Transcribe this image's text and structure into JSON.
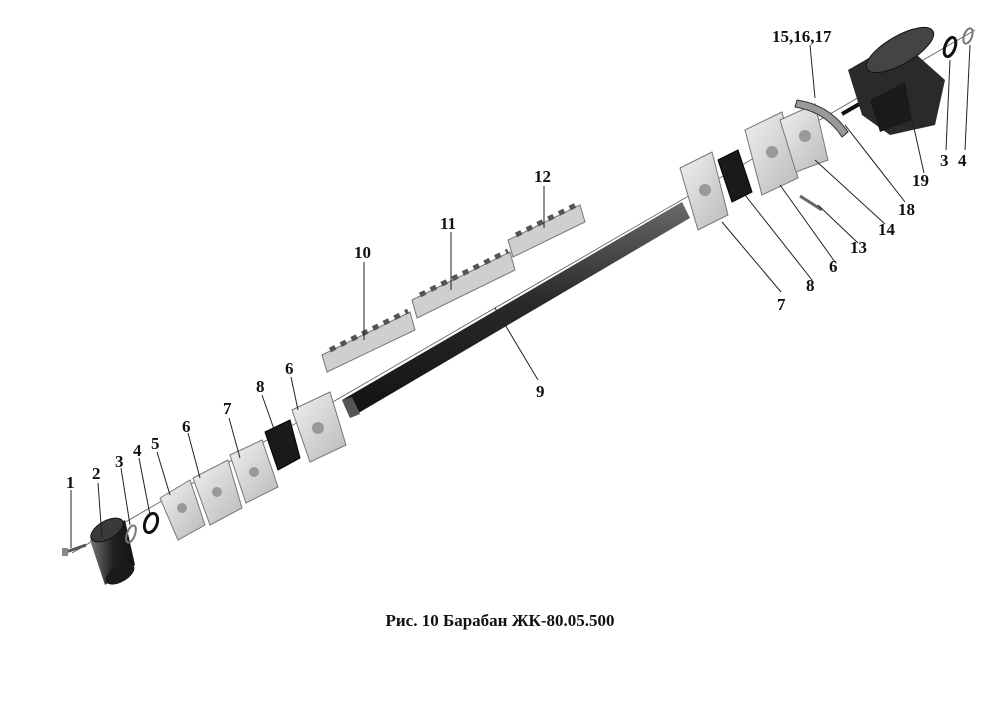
{
  "caption": "Рис. 10 Барабан ЖК-80.05.500",
  "labels": {
    "l1": "1",
    "l2": "2",
    "l3a": "3",
    "l4a": "4",
    "l5": "5",
    "l6a": "6",
    "l7a": "7",
    "l8a": "8",
    "l6b": "6",
    "l9": "9",
    "l10": "10",
    "l11": "11",
    "l12": "12",
    "l7b": "7",
    "l8b": "8",
    "l6c": "6",
    "l13": "13",
    "l14": "14",
    "l18": "18",
    "l19": "19",
    "l3b": "3",
    "l4b": "4",
    "l15": "15,16,17"
  }
}
